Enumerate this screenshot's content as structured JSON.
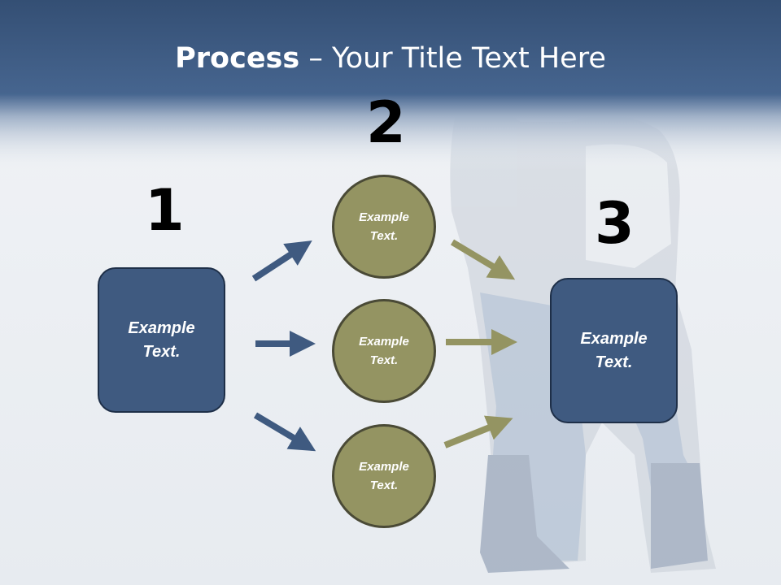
{
  "slide": {
    "title_bold": "Process",
    "title_rest": " – Your Title Text Here"
  },
  "steps": {
    "step1": {
      "number": "1",
      "label": "Example\nText."
    },
    "step2": {
      "number": "2",
      "items": [
        {
          "label": "Example\nText."
        },
        {
          "label": "Example\nText."
        },
        {
          "label": "Example\nText."
        }
      ]
    },
    "step3": {
      "number": "3",
      "label": "Example\nText."
    }
  },
  "colors": {
    "box_fill": "#3f5a80",
    "circle_fill": "#949462",
    "arrow_blue": "#3f5a80",
    "arrow_olive": "#949462",
    "header_band": "#3f5b83"
  }
}
